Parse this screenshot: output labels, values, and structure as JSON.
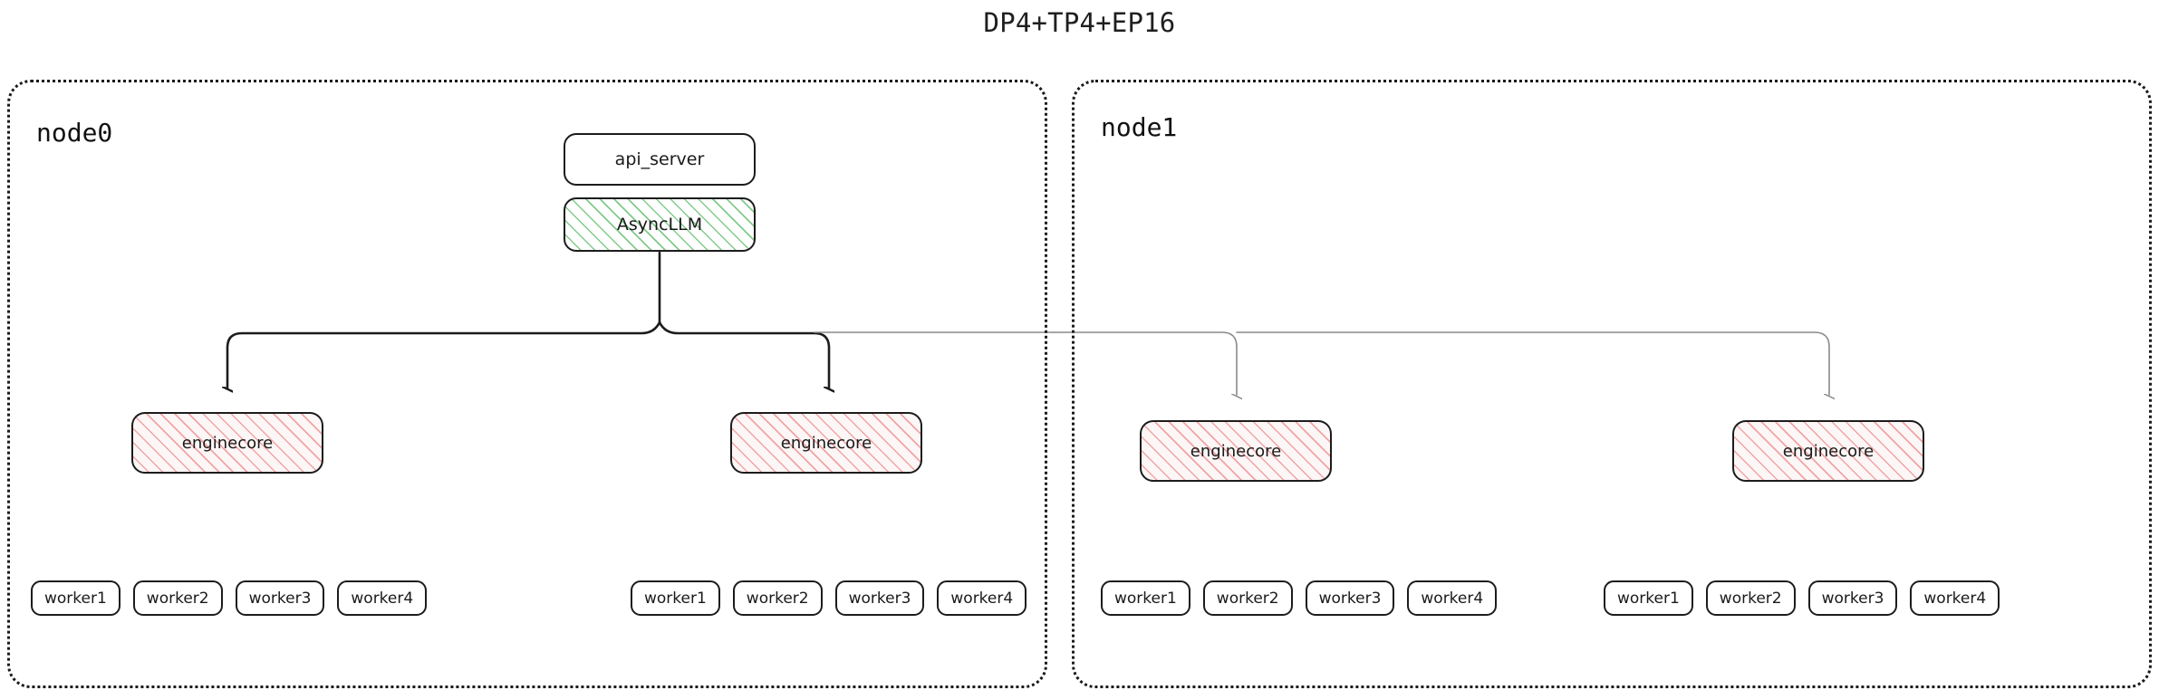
{
  "title": "DP4+TP4+EP16",
  "colors": {
    "stroke_dark": "#1c1c1c",
    "stroke_light": "#8a8a8a",
    "hatch_green": "#7ac884",
    "hatch_pink": "#ee9696",
    "enginecore_fill": "#fdf6f6",
    "background": "#ffffff"
  },
  "nodes": [
    {
      "id": "node0",
      "label": "node0",
      "frontend": {
        "api_server": "api_server",
        "async_llm": "AsyncLLM"
      },
      "engines": [
        {
          "label": "enginecore",
          "workers": [
            "worker1",
            "worker2",
            "worker3",
            "worker4"
          ]
        },
        {
          "label": "enginecore",
          "workers": [
            "worker1",
            "worker2",
            "worker3",
            "worker4"
          ]
        }
      ]
    },
    {
      "id": "node1",
      "label": "node1",
      "engines": [
        {
          "label": "enginecore",
          "workers": [
            "worker1",
            "worker2",
            "worker3",
            "worker4"
          ]
        },
        {
          "label": "enginecore",
          "workers": [
            "worker1",
            "worker2",
            "worker3",
            "worker4"
          ]
        }
      ]
    }
  ]
}
